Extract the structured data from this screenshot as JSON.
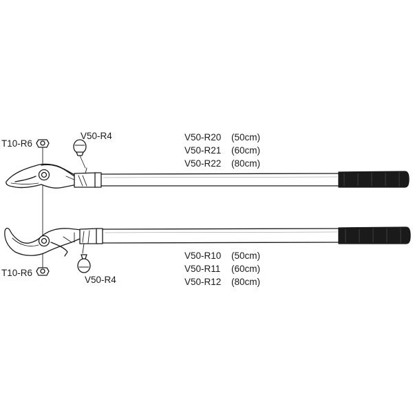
{
  "labels": {
    "top_nut": "T10-R6",
    "top_bolt": "V50-R4",
    "bottom_nut": "T10-R6",
    "bottom_bolt": "V50-R4"
  },
  "upper_handles": [
    {
      "code": "V50-R20",
      "size": "(50cm)"
    },
    {
      "code": "V50-R21",
      "size": "(60cm)"
    },
    {
      "code": "V50-R22",
      "size": "(80cm)"
    }
  ],
  "lower_handles": [
    {
      "code": "V50-R10",
      "size": "(50cm)"
    },
    {
      "code": "V50-R11",
      "size": "(60cm)"
    },
    {
      "code": "V50-R12",
      "size": "(80cm)"
    }
  ]
}
